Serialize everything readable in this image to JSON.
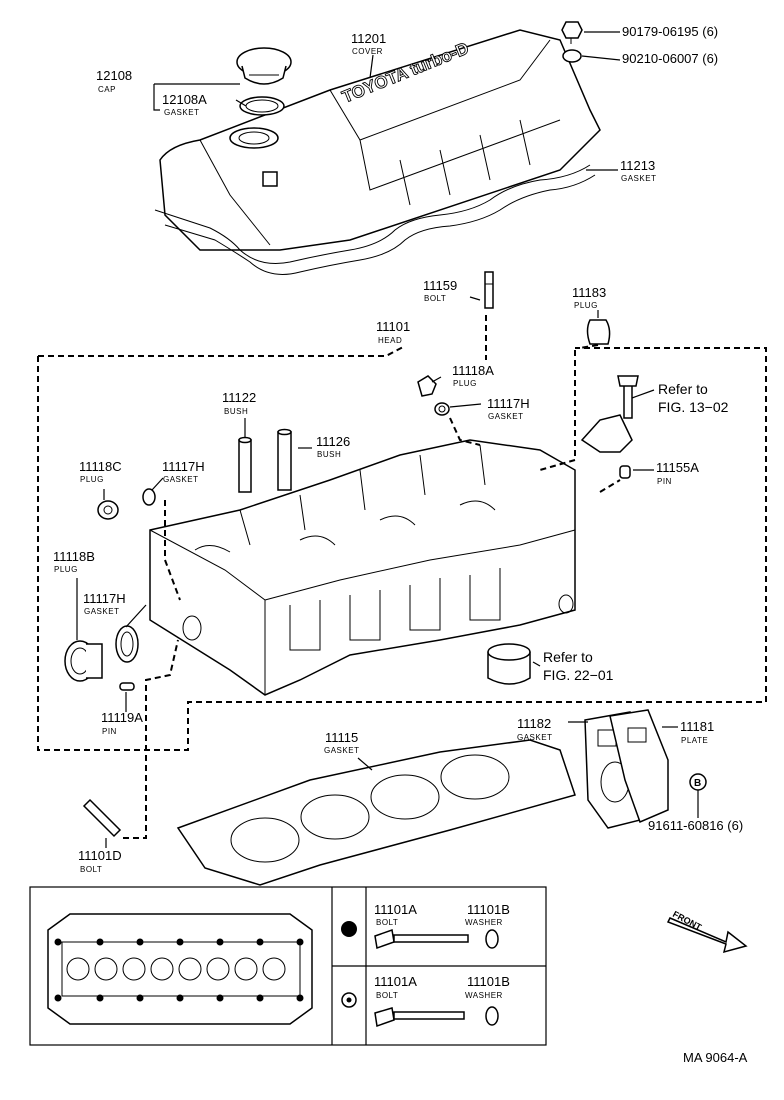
{
  "diagram_code": "MA 9064-A",
  "front_label": "FRONT",
  "cover_logo": "TOYOTA turbo-D",
  "parts": [
    {
      "id": "cap",
      "number": "12108",
      "name": "CAP"
    },
    {
      "id": "cap_gasket",
      "number": "12108A",
      "name": "GASKET"
    },
    {
      "id": "cover",
      "number": "11201",
      "name": "COVER"
    },
    {
      "id": "nut",
      "number": "90179-06195 (6)",
      "name": ""
    },
    {
      "id": "grommet",
      "number": "90210-06007 (6)",
      "name": ""
    },
    {
      "id": "cover_gasket",
      "number": "11213",
      "name": "GASKET"
    },
    {
      "id": "bolt_11159",
      "number": "11159",
      "name": "BOLT"
    },
    {
      "id": "plug_11183",
      "number": "11183",
      "name": "PLUG"
    },
    {
      "id": "head",
      "number": "11101",
      "name": "HEAD"
    },
    {
      "id": "plug_11118A",
      "number": "11118A",
      "name": "PLUG"
    },
    {
      "id": "gasket_11117H_top",
      "number": "11117H",
      "name": "GASKET"
    },
    {
      "id": "bush_11122",
      "number": "11122",
      "name": "BUSH"
    },
    {
      "id": "bush_11126",
      "number": "11126",
      "name": "BUSH"
    },
    {
      "id": "plug_11118C",
      "number": "11118C",
      "name": "PLUG"
    },
    {
      "id": "gasket_11117H_left",
      "number": "11117H",
      "name": "GASKET"
    },
    {
      "id": "pin_11155A",
      "number": "11155A",
      "name": "PIN"
    },
    {
      "id": "plug_11118B",
      "number": "11118B",
      "name": "PLUG"
    },
    {
      "id": "gasket_11117H_low",
      "number": "11117H",
      "name": "GASKET"
    },
    {
      "id": "pin_11119A",
      "number": "11119A",
      "name": "PIN"
    },
    {
      "id": "gasket_11182",
      "number": "11182",
      "name": "GASKET"
    },
    {
      "id": "plate_11181",
      "number": "11181",
      "name": "PLATE"
    },
    {
      "id": "head_gasket",
      "number": "11115",
      "name": "GASKET"
    },
    {
      "id": "bolt_91611",
      "number": "91611-60816 (6)",
      "name": ""
    },
    {
      "id": "bolt_11101D",
      "number": "11101D",
      "name": "BOLT"
    }
  ],
  "references": [
    {
      "id": "ref_13",
      "line1": "Refer to",
      "line2": "FIG. 13−02"
    },
    {
      "id": "ref_22",
      "line1": "Refer to",
      "line2": "FIG. 22−01"
    }
  ],
  "legend_rows": [
    {
      "bolt_number": "11101A",
      "bolt_name": "BOLT",
      "washer_number": "11101B",
      "washer_name": "WASHER"
    },
    {
      "bolt_number": "11101A",
      "bolt_name": "BOLT",
      "washer_number": "11101B",
      "washer_name": "WASHER"
    }
  ]
}
